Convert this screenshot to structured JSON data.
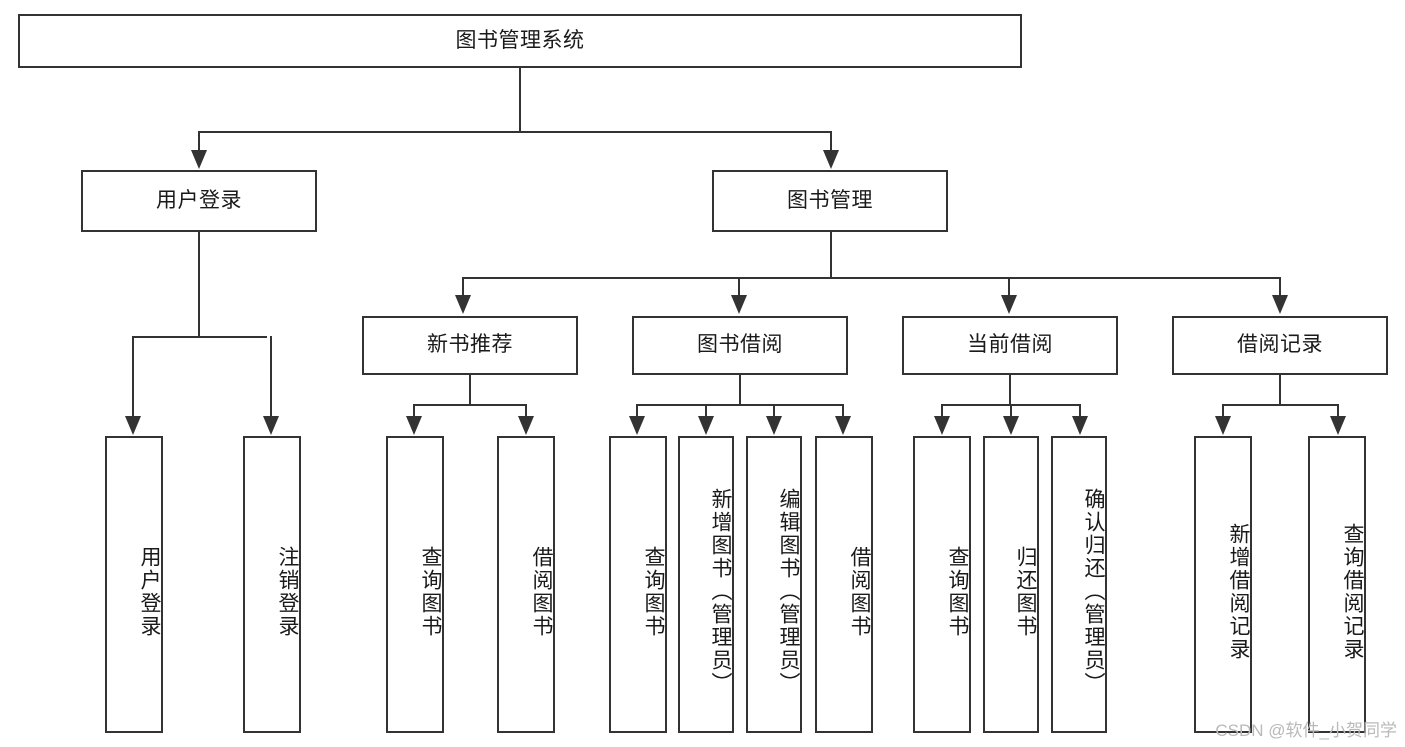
{
  "diagram": {
    "title": "图书管理系统",
    "type": "tree-hierarchy-diagram",
    "colors": {
      "stroke": "#333333",
      "fill": "#ffffff",
      "text": "#1a1a1a",
      "watermark": "#b9b9b9"
    }
  },
  "nodes": {
    "root": {
      "label": "图书管理系统"
    },
    "level2": [
      {
        "label": "用户登录"
      },
      {
        "label": "图书管理"
      }
    ],
    "level3": [
      {
        "label": "新书推荐"
      },
      {
        "label": "图书借阅"
      },
      {
        "label": "当前借阅"
      },
      {
        "label": "借阅记录"
      }
    ],
    "leaves": {
      "user_login": [
        {
          "label": "用户登录"
        },
        {
          "label": "注销登录"
        }
      ],
      "new_book_recommend": [
        {
          "label": "查询图书"
        },
        {
          "label": "借阅图书"
        }
      ],
      "book_borrow": [
        {
          "label": "查询图书"
        },
        {
          "label": "新增图书（管理员）"
        },
        {
          "label": "编辑图书（管理员）"
        },
        {
          "label": "借阅图书"
        }
      ],
      "current_borrow": [
        {
          "label": "查询图书"
        },
        {
          "label": "归还图书"
        },
        {
          "label": "确认归还（管理员）"
        }
      ],
      "borrow_record": [
        {
          "label": "新增借阅记录"
        },
        {
          "label": "查询借阅记录"
        }
      ]
    }
  },
  "watermark": {
    "text": "CSDN @软件_小贺同学"
  }
}
